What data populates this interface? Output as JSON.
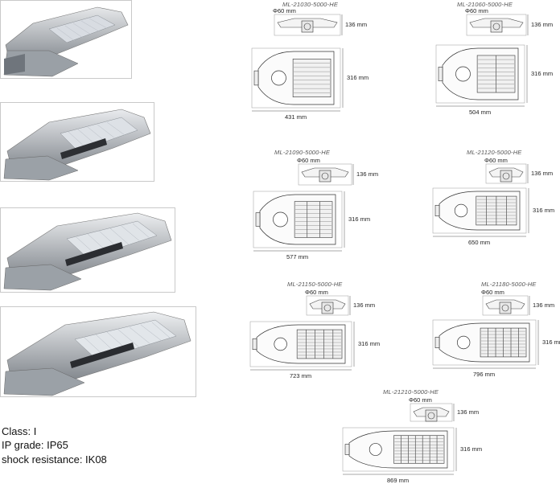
{
  "specs": {
    "class": "Class: I",
    "ip_grade": "IP grade: IP65",
    "shock": "shock resistance: IK08"
  },
  "drawings": [
    {
      "model": "ML-21030-5000-HE",
      "diameter": "Φ60 mm",
      "height": "136 mm",
      "depth": "316 mm",
      "width": "431 mm",
      "led_columns": 1
    },
    {
      "model": "ML-21060-5000-HE",
      "diameter": "Φ60 mm",
      "height": "136 mm",
      "depth": "316 mm",
      "width": "504 mm",
      "led_columns": 2
    },
    {
      "model": "ML-21090-5000-HE",
      "diameter": "Φ60 mm",
      "height": "136 mm",
      "depth": "316 mm",
      "width": "577 mm",
      "led_columns": 3
    },
    {
      "model": "ML-21120-5000-HE",
      "diameter": "Φ60 mm",
      "height": "136 mm",
      "depth": "316 mm",
      "width": "650 mm",
      "led_columns": 4
    },
    {
      "model": "ML-21150-5000-HE",
      "diameter": "Φ60 mm",
      "height": "136 mm",
      "depth": "316 mm",
      "width": "723 mm",
      "led_columns": 5
    },
    {
      "model": "ML-21180-5000-HE",
      "diameter": "Φ60 mm",
      "height": "136 mm",
      "depth": "316 mm",
      "width": "796 mm",
      "led_columns": 6
    },
    {
      "model": "ML-21210-5000-HE",
      "diameter": "Φ60 mm",
      "height": "136 mm",
      "depth": "316 mm",
      "width": "869 mm",
      "led_columns": 7
    }
  ]
}
